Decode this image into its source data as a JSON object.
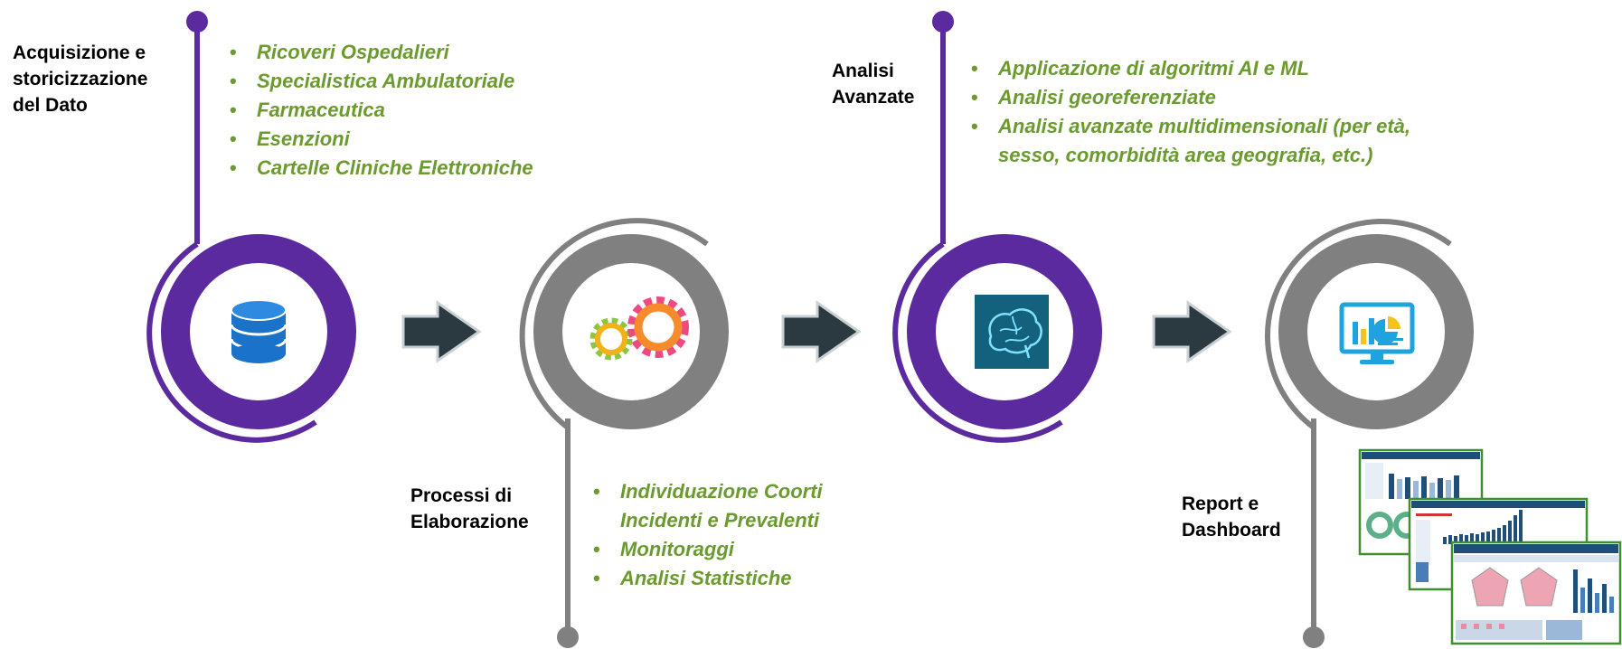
{
  "stages": [
    {
      "label_lines": [
        "Acquisizione e",
        "storicizzazione",
        "del Dato"
      ],
      "icon": "database-icon",
      "color": "#5b2a9e",
      "items": [
        [
          "Ricoveri Ospedalieri"
        ],
        [
          "Specialistica Ambulatoriale"
        ],
        [
          "Farmaceutica"
        ],
        [
          "Esenzioni"
        ],
        [
          "Cartelle Cliniche Elettroniche"
        ]
      ]
    },
    {
      "label_lines": [
        "Processi di",
        "Elaborazione"
      ],
      "icon": "gears-icon",
      "color": "#808080",
      "items": [
        [
          "Individuazione Coorti",
          "Incidenti e Prevalenti"
        ],
        [
          "Monitoraggi"
        ],
        [
          "Analisi Statistiche"
        ]
      ]
    },
    {
      "label_lines": [
        "Analisi",
        "Avanzate"
      ],
      "icon": "brain-icon",
      "color": "#5b2a9e",
      "items": [
        [
          "Applicazione di algoritmi AI e ML"
        ],
        [
          "Analisi georeferenziate"
        ],
        [
          "Analisi avanzate multidimensionali (per età,",
          "sesso, comorbidità area geografia, etc.)"
        ]
      ]
    },
    {
      "label_lines": [
        "Report e",
        "Dashboard"
      ],
      "icon": "monitor-chart-icon",
      "color": "#808080",
      "items": []
    }
  ],
  "colors": {
    "purple": "#5b2a9e",
    "grey": "#808080",
    "green_text": "#6b9a2e",
    "arrow": "#2b3a40"
  }
}
